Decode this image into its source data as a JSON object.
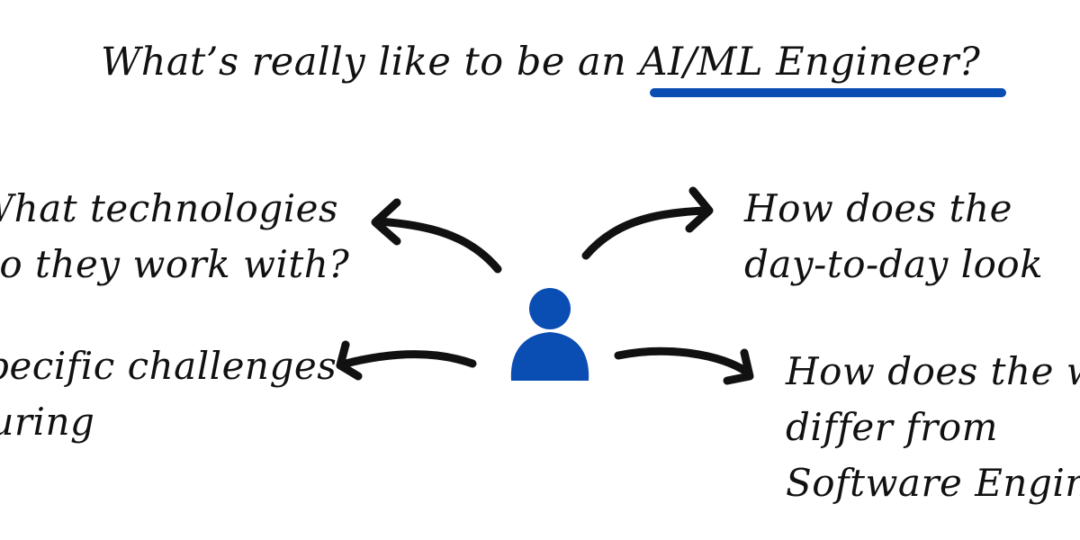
{
  "title": {
    "prefix": "What’s really like to be an ",
    "highlight": "AI/ML Engineer?",
    "accent_color": "#0a4db3"
  },
  "center_icon": {
    "name": "person-icon",
    "color": "#0a4db3"
  },
  "questions": {
    "top_left": [
      "What technologies",
      "do they work with?"
    ],
    "top_right": [
      "How does the",
      "day-to-day look"
    ],
    "bottom_left": [
      "specific challenges",
      "during"
    ],
    "bottom_right": [
      "How does the work",
      "differ from",
      "Software Engineering"
    ]
  }
}
